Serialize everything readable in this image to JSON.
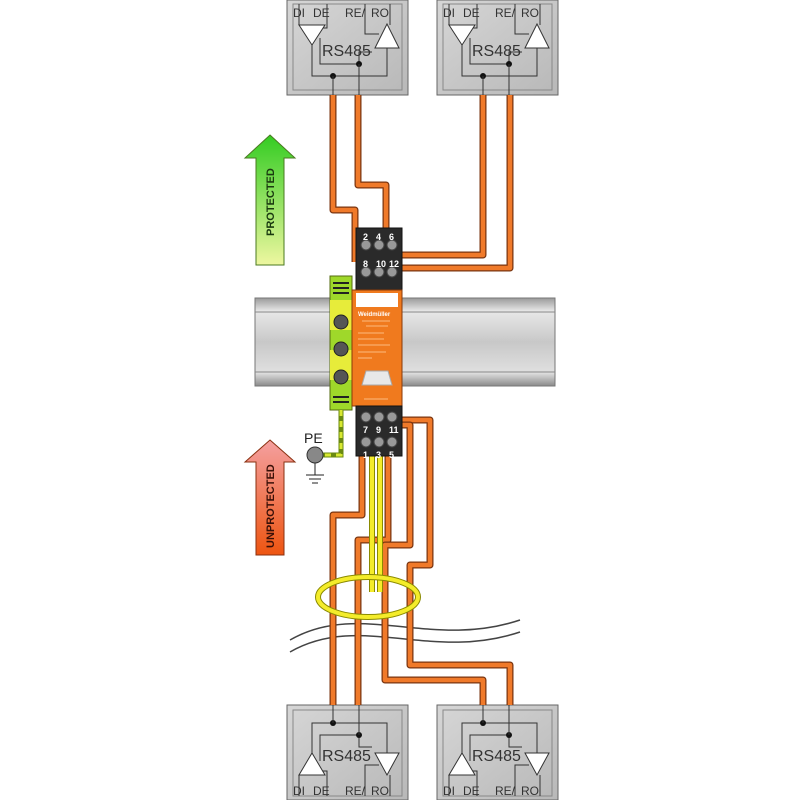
{
  "transceivers": {
    "top": [
      {
        "pins": [
          "DI",
          "DE",
          "RE/",
          "RO"
        ],
        "label": "RS485"
      },
      {
        "pins": [
          "DI",
          "DE",
          "RE/",
          "RO"
        ],
        "label": "RS485"
      }
    ],
    "bottom": [
      {
        "pins": [
          "DI",
          "DE",
          "RE/",
          "RO"
        ],
        "label": "RS485"
      },
      {
        "pins": [
          "DI",
          "DE",
          "RE/",
          "RO"
        ],
        "label": "RS485"
      }
    ]
  },
  "arrows": {
    "protected": "PROTECTED",
    "unprotected": "UNPROTECTED",
    "protected_color": "#66dd22",
    "unprotected_color": "#ee4411"
  },
  "device": {
    "brand": "Weidmüller",
    "top_terminals": [
      "2",
      "4",
      "6",
      "8",
      "10",
      "12"
    ],
    "bottom_terminals": [
      "7",
      "9",
      "11",
      "1",
      "3",
      "5"
    ],
    "body_color": "#f07a1e"
  },
  "pe_label": "PE",
  "wire_color": "#f07a2a"
}
